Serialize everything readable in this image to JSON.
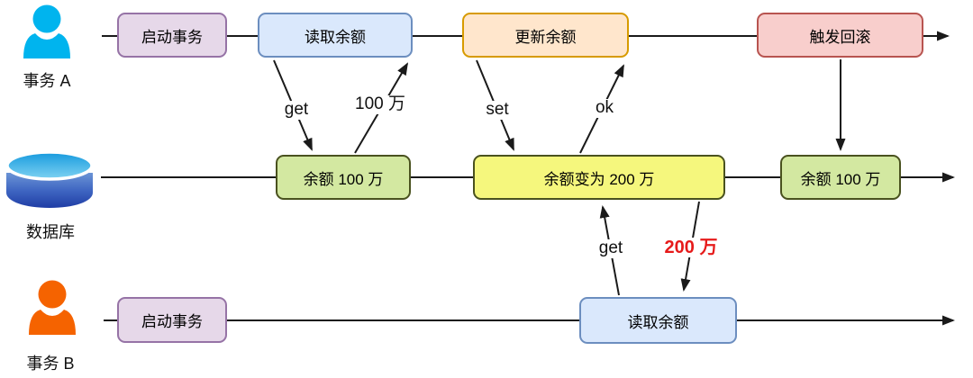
{
  "colors": {
    "node-purple-fill": "#e6d8e9",
    "node-purple-border": "#9673a6",
    "node-blue-fill": "#dae8fc",
    "node-blue-border": "#6c8ebf",
    "node-orange-fill": "#ffe6cc",
    "node-orange-border": "#d79b00",
    "node-red-fill": "#f8cecc",
    "node-red-border": "#b85450",
    "node-green-fill": "#d3e8a1",
    "node-green-border": "#4a521f",
    "node-yellow-fill": "#f5f77d",
    "node-yellow-border": "#4a521f",
    "person-a": "#00b4ee",
    "person-b": "#f56300",
    "label-warning": "#e61a1a",
    "line": "#1a1a1a"
  },
  "lanes": {
    "a": {
      "label": "事务 A"
    },
    "db": {
      "label": "数据库"
    },
    "b": {
      "label": "事务 B"
    }
  },
  "nodes": {
    "a_start": "启动事务",
    "a_read": "读取余额",
    "a_update": "更新余额",
    "a_rollback": "触发回滚",
    "db_balance1": "余额 100 万",
    "db_balance2": "余额变为 200 万",
    "db_balance3": "余额 100 万",
    "b_start": "启动事务",
    "b_read": "读取余额"
  },
  "edge_labels": {
    "a_get": "get",
    "a_result": "100 万",
    "a_set": "set",
    "a_ok": "ok",
    "b_get": "get",
    "b_result": "200 万"
  }
}
